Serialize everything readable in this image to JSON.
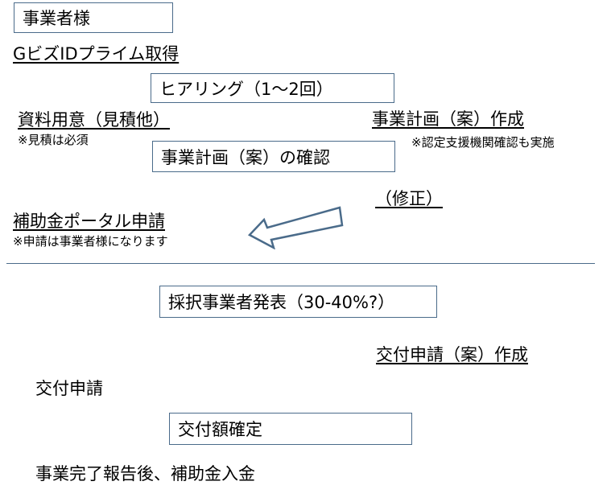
{
  "nodes": {
    "business_operator": "事業者様",
    "gbiz_id": "GビズIDプライム取得",
    "hearing": "ヒアリング（1～2回）",
    "materials": "資料用意（見積他）",
    "materials_note": "※見積は必須",
    "plan_draft": "事業計画（案）作成",
    "plan_draft_note": "※認定支援機関確認も実施",
    "plan_confirm": "事業計画（案）の確認",
    "revision": "（修正）",
    "portal": "補助金ポータル申請",
    "portal_note": "※申請は事業者様になります",
    "adoption": "採択事業者発表（30-40%?）",
    "grant_draft": "交付申請（案）作成",
    "grant_apply": "交付申請",
    "grant_confirm": "交付額確定",
    "completion": "事業完了報告後、補助金入金"
  },
  "colors": {
    "border": "#4a6b8a",
    "text": "#000000",
    "background": "#ffffff"
  }
}
